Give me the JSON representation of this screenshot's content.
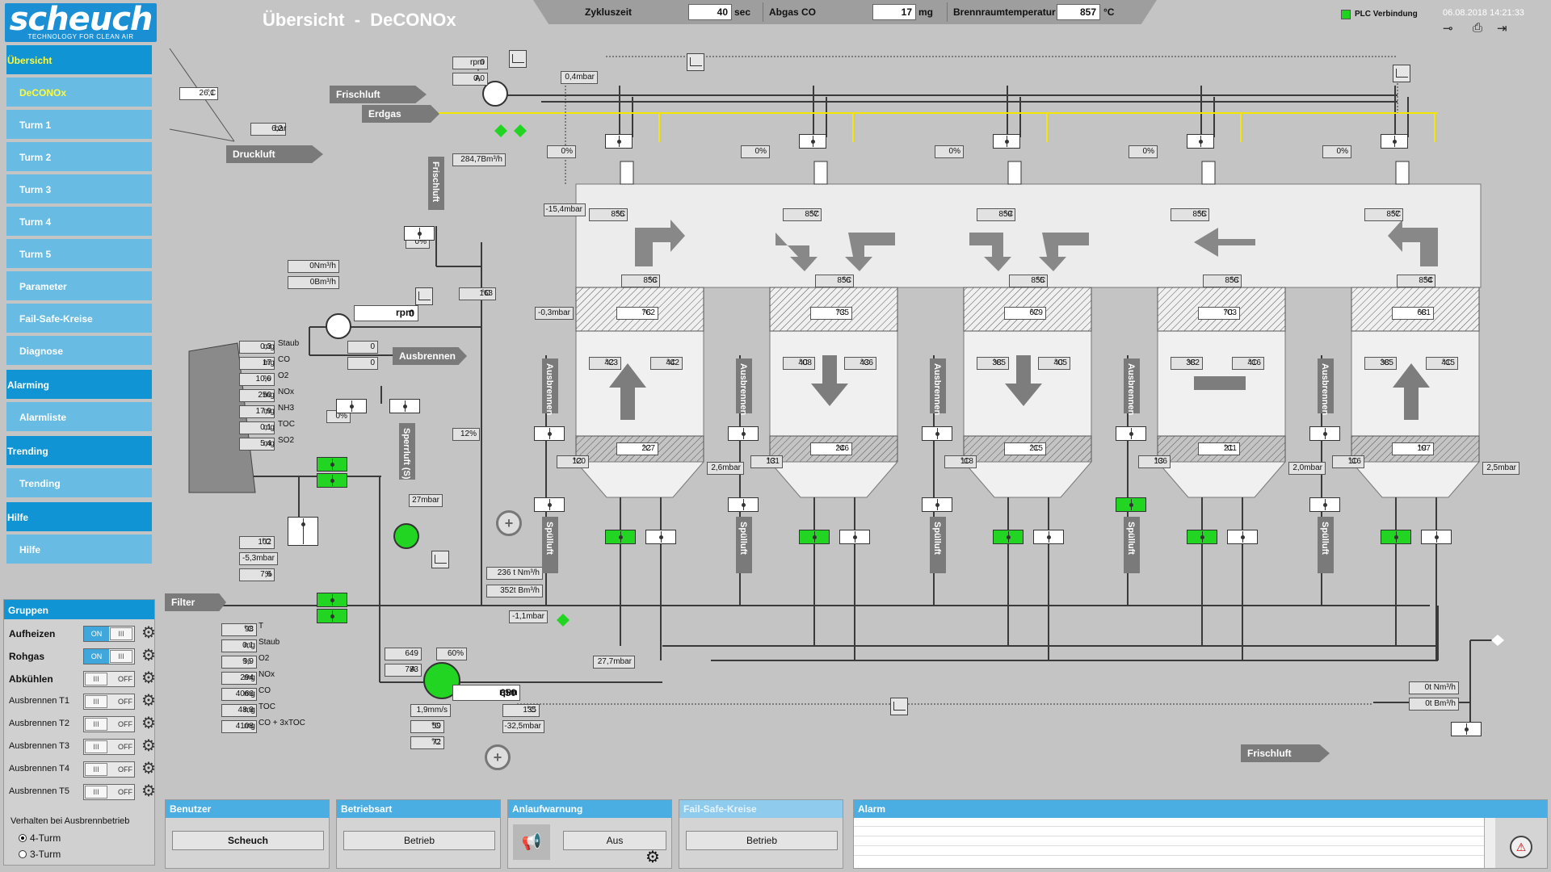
{
  "header": {
    "logo_brand": "scheuch",
    "logo_slogan": "TECHNOLOGY FOR CLEAN AIR",
    "title": "Übersicht  -  DeCONOx",
    "zykluszeit_label": "Zykluszeit",
    "zykluszeit_value": "40",
    "zykluszeit_unit": "sec",
    "abgas_co_label": "Abgas CO",
    "abgas_co_value": "17",
    "abgas_co_unit": "mg",
    "brennraum_label": "Brennraumtemperatur",
    "brennraum_value": "857",
    "brennraum_unit": "°C",
    "plc_label": "PLC Verbindung",
    "datetime": "06.08.2018 14:21:33",
    "plc_color": "#1ed31e"
  },
  "nav": [
    {
      "label": "Übersicht",
      "type": "main",
      "active": true
    },
    {
      "label": "DeCONOx",
      "type": "sub",
      "active": true
    },
    {
      "label": "Turm 1",
      "type": "sub"
    },
    {
      "label": "Turm 2",
      "type": "sub"
    },
    {
      "label": "Turm 3",
      "type": "sub"
    },
    {
      "label": "Turm 4",
      "type": "sub"
    },
    {
      "label": "Turm 5",
      "type": "sub"
    },
    {
      "label": "Parameter",
      "type": "sub"
    },
    {
      "label": "Fail-Safe-Kreise",
      "type": "sub"
    },
    {
      "label": "Diagnose",
      "type": "sub"
    },
    {
      "label": "Alarming",
      "type": "main"
    },
    {
      "label": "Alarmliste",
      "type": "sub"
    },
    {
      "label": "Trending",
      "type": "main"
    },
    {
      "label": "Trending",
      "type": "sub"
    },
    {
      "label": "Hilfe",
      "type": "main"
    },
    {
      "label": "Hilfe",
      "type": "sub"
    }
  ],
  "gruppen": {
    "title": "Gruppen",
    "rows": [
      {
        "label": "Aufheizen",
        "state": "ON",
        "bold": true
      },
      {
        "label": "Rohgas",
        "state": "ON",
        "bold": true
      },
      {
        "label": "Abkühlen",
        "state": "OFF",
        "bold": true
      },
      {
        "label": "Ausbrennen T1",
        "state": "OFF"
      },
      {
        "label": "Ausbrennen T2",
        "state": "OFF"
      },
      {
        "label": "Ausbrennen T3",
        "state": "OFF"
      },
      {
        "label": "Ausbrennen T4",
        "state": "OFF"
      },
      {
        "label": "Ausbrennen T5",
        "state": "OFF"
      }
    ],
    "on_text": "ON",
    "off_text": "OFF",
    "verhalten_label": "Verhalten bei Ausbrennbetrieb",
    "radio_4": "4-Turm",
    "radio_3": "3-Turm",
    "radio_selected": "4-Turm"
  },
  "panels": {
    "benutzer_title": "Benutzer",
    "benutzer_value": "Scheuch",
    "betriebsart_title": "Betriebsart",
    "betriebsart_value": "Betrieb",
    "anlaufwarnung_title": "Anlaufwarnung",
    "anlaufwarnung_value": "Aus",
    "failsafe_title": "Fail-Safe-Kreise",
    "failsafe_value": "Betrieb",
    "alarm_title": "Alarm"
  },
  "process": {
    "ambient_temp": "26,1",
    "ambient_unit": "°C",
    "druckluft_pressure": "6,2",
    "druckluft_unit": "bar",
    "frischluft_label": "Frischluft",
    "erdgas_label": "Erdgas",
    "druckluft_label": "Druckluft",
    "filter_label": "Filter",
    "ausbrennen_label": "Ausbrennen",
    "sperrluft_label": "Sperrluft (S)",
    "spuelluft_label": "Spülluft",
    "fan1_rpm": "0",
    "fan1_rpm_unit": "rpm",
    "fan1_current": "0,0",
    "fan1_current_unit": "A",
    "frischluft_pressure": "0,4mbar",
    "frischluft_flow": "284,7Bm³/h",
    "comb_pressure": "-15,4mbar",
    "damper_fl_pct": "0%",
    "flow_nm3h": "0Nm³/h",
    "flow_bm3h": "0Bm³/h",
    "temp_168": "168",
    "temp_unit": "°C",
    "pressure_03": "-0,3mbar",
    "fan2_rpm": "0",
    "fan2_rpm_unit": "rpm",
    "fan2_rpm_small": "0",
    "fan2_current": "0",
    "damper_ab_pct": "0%",
    "damper_ab2_pct": "12%",
    "stack": [
      {
        "value": "0,3",
        "unit": "mg",
        "name": "Staub"
      },
      {
        "value": "17",
        "unit": "mg",
        "name": "CO"
      },
      {
        "value": "10,0",
        "unit": "%",
        "name": "O2"
      },
      {
        "value": "250",
        "unit": "mg",
        "name": "NOx"
      },
      {
        "value": "17,9",
        "unit": "mg",
        "name": "NH3"
      },
      {
        "value": "0,1",
        "unit": "mg",
        "name": "TOC"
      },
      {
        "value": "5,4",
        "unit": "mg",
        "name": "SO2"
      }
    ],
    "sperrluft_pressure": "27mbar",
    "inlet_temp": "102",
    "inlet_pressure": "-5,3mbar",
    "inlet_pct": "7,6",
    "inlet_pct_unit": "%",
    "filter_flow_nm3": "236 t Nm³/h",
    "filter_flow_bm3": "352t Bm³/h",
    "filter_pressure": "-1,1mbar",
    "raw": [
      {
        "value": "98",
        "unit": "°C",
        "name": "T"
      },
      {
        "value": "0,1",
        "unit": "mg",
        "name": "Staub"
      },
      {
        "value": "9,9",
        "unit": "%",
        "name": "O2"
      },
      {
        "value": "294",
        "unit": "mg",
        "name": "NOx"
      },
      {
        "value": "4066",
        "unit": "mg",
        "name": "CO"
      },
      {
        "value": "48,9",
        "unit": "mg",
        "name": "TOC"
      },
      {
        "value": "4108",
        "unit": "mg",
        "name": "CO + 3xTOC"
      }
    ],
    "main_fan_rpm_small": "649",
    "main_fan_current": "783",
    "main_fan_current_unit": "A",
    "main_fan_rpm": "650",
    "main_fan_rpm_unit": "rpm",
    "main_fan_pct": "60%",
    "main_fan_vib": "1,9mm/s",
    "main_fan_bearing1": "59",
    "main_fan_bearing2": "72",
    "outlet_temp": "135",
    "outlet_pressure": "-32,5mbar",
    "outlet_pressure2": "27,7mbar",
    "frischluft_out_nm3": "0t Nm³/h",
    "frischluft_out_bm3": "0t Bm³/h"
  },
  "towers": [
    {
      "burner_pct": "0%",
      "comb_temp": "855",
      "upper_temp": "856",
      "bed_top": "762",
      "left_mid": "423",
      "right_mid": "442",
      "bed_bottom": "227",
      "inlet_temp": "120",
      "side_pressure": "2,6mbar"
    },
    {
      "burner_pct": "0%",
      "comb_temp": "857",
      "upper_temp": "856",
      "bed_top": "735",
      "left_mid": "408",
      "right_mid": "436",
      "bed_bottom": "246",
      "inlet_temp": "131",
      "side_pressure": ""
    },
    {
      "burner_pct": "0%",
      "comb_temp": "859",
      "upper_temp": "855",
      "bed_top": "679",
      "left_mid": "385",
      "right_mid": "405",
      "bed_bottom": "215",
      "inlet_temp": "118",
      "side_pressure": ""
    },
    {
      "burner_pct": "0%",
      "comb_temp": "855",
      "upper_temp": "856",
      "bed_top": "703",
      "left_mid": "382",
      "right_mid": "416",
      "bed_bottom": "211",
      "inlet_temp": "136",
      "side_pressure": "2,0mbar"
    },
    {
      "burner_pct": "0%",
      "comb_temp": "857",
      "upper_temp": "854",
      "bed_top": "681",
      "left_mid": "385",
      "right_mid": "415",
      "bed_bottom": "197",
      "inlet_temp": "116",
      "side_pressure": "2,5mbar"
    }
  ],
  "colors": {
    "accent": "#1194d3",
    "sub": "#68bce3",
    "active_text": "#fffb3a",
    "green": "#23d523",
    "gas_line": "#f2e600"
  }
}
